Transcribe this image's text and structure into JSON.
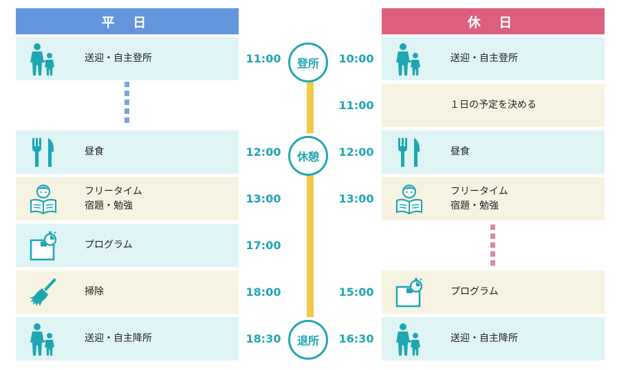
{
  "headers": {
    "weekday": "平 日",
    "holiday": "休 日"
  },
  "timeline_nodes": {
    "arrival": "登所",
    "break": "休憩",
    "departure": "退所"
  },
  "weekday": {
    "rows": [
      {
        "time": "11:00",
        "label": "送迎・自主登所",
        "icon": "parent-child-icon",
        "bg": "blue"
      },
      {
        "time": "12:00",
        "label": "昼食",
        "icon": "fork-knife-icon",
        "bg": "blue"
      },
      {
        "time": "13:00",
        "label_line1": "フリータイム",
        "label_line2": "宿題・勉強",
        "icon": "reading-child-icon",
        "bg": "beige"
      },
      {
        "time": "17:00",
        "label": "プログラム",
        "icon": "board-timer-icon",
        "bg": "blue"
      },
      {
        "time": "18:00",
        "label": "掃除",
        "icon": "broom-icon",
        "bg": "beige"
      },
      {
        "time": "18:30",
        "label": "送迎・自主降所",
        "icon": "parent-child-icon",
        "bg": "blue"
      }
    ]
  },
  "holiday": {
    "rows": [
      {
        "time": "10:00",
        "label": "送迎・自主登所",
        "icon": "parent-child-icon",
        "bg": "blue"
      },
      {
        "time": "11:00",
        "label": "１日の予定を決める",
        "bg": "beige"
      },
      {
        "time": "12:00",
        "label": "昼食",
        "icon": "fork-knife-icon",
        "bg": "blue"
      },
      {
        "time": "13:00",
        "label_line1": "フリータイム",
        "label_line2": "宿題・勉強",
        "icon": "reading-child-icon",
        "bg": "beige"
      },
      {
        "time": "15:00",
        "label": "プログラム",
        "icon": "board-timer-icon",
        "bg": "beige"
      },
      {
        "time": "16:30",
        "label": "送迎・自主降所",
        "icon": "parent-child-icon",
        "bg": "blue"
      }
    ]
  },
  "colors": {
    "weekday_header": "#6395dd",
    "holiday_header": "#de5f7c",
    "teal": "#1fa6b3",
    "timeline": "#f0c948",
    "row_blue": "#def4f5",
    "row_beige": "#f7f3e2"
  }
}
